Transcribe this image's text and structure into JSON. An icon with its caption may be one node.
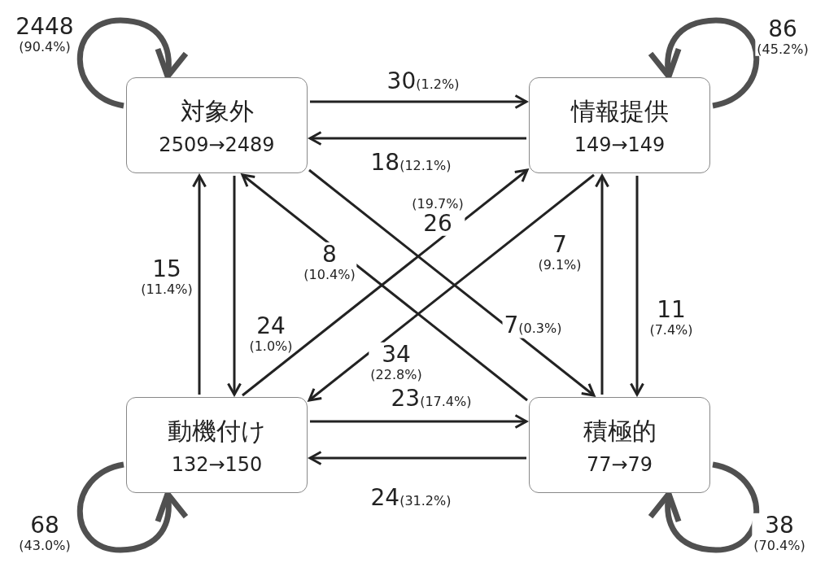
{
  "diagram": {
    "nodes": [
      {
        "text": [
          "対象外",
          "2509→2489"
        ]
      },
      {
        "text": [
          "情報提供",
          "149→149"
        ]
      },
      {
        "text": [
          "動機付け",
          "132→150"
        ]
      },
      {
        "text": [
          "積極的",
          "77→79"
        ]
      }
    ],
    "edges": [
      {
        "from": 0,
        "to": 0,
        "arrow": "to",
        "label": "2448 (90.4%)",
        "style": "thick",
        "color": "#505050"
      },
      {
        "from": 0,
        "to": 1,
        "arrow": "to",
        "label": "30(1.2%)"
      },
      {
        "from": 1,
        "to": 0,
        "arrow": "to",
        "label": "18(12.1%)"
      },
      {
        "from": 1,
        "to": 1,
        "arrow": "to",
        "label": "86 (45.2%)",
        "style": "thick",
        "color": "#505050"
      },
      {
        "from": 2,
        "to": 0,
        "arrow": "to",
        "label": "15 (11.4%)"
      },
      {
        "from": 0,
        "to": 2,
        "arrow": "to",
        "label": "24 (1.0%)"
      },
      {
        "from": 2,
        "to": 1,
        "arrow": "to",
        "label": "(19.7%) 26"
      },
      {
        "from": 3,
        "to": 0,
        "arrow": "to",
        "label": "8 (10.4%)"
      },
      {
        "from": 0,
        "to": 3,
        "arrow": "to",
        "label": "7(0.3%)"
      },
      {
        "from": 1,
        "to": 2,
        "arrow": "to",
        "label": "34 (22.8%)"
      },
      {
        "from": 1,
        "to": 3,
        "arrow": "to",
        "label": "11 (7.4%)"
      },
      {
        "from": 3,
        "to": 1,
        "arrow": "to",
        "label": "7 (9.1%)"
      },
      {
        "from": 2,
        "to": 3,
        "arrow": "to",
        "label": "23(17.4%)"
      },
      {
        "from": 3,
        "to": 2,
        "arrow": "to",
        "label": "24(31.2%)"
      },
      {
        "from": 2,
        "to": 2,
        "arrow": "to",
        "label": "68 (43.0%)",
        "style": "thick",
        "color": "#505050"
      },
      {
        "from": 3,
        "to": 3,
        "arrow": "to",
        "label": "38 (70.4%)",
        "style": "thick",
        "color": "#505050"
      }
    ]
  }
}
